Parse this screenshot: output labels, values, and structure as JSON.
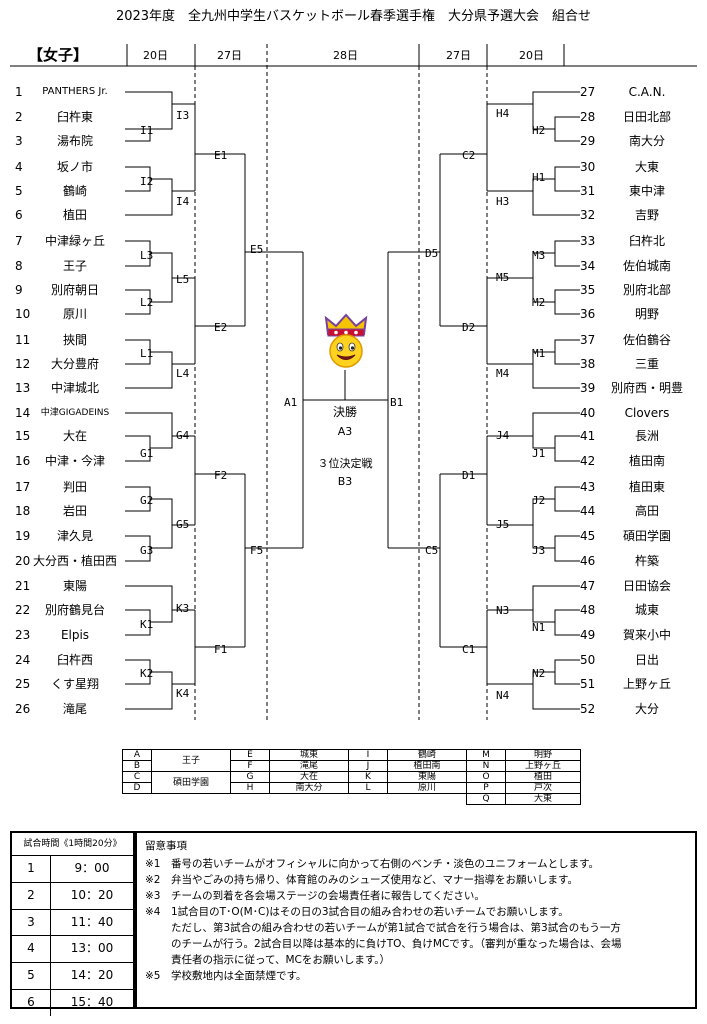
{
  "title": "2023年度　全九州中学生バスケットボール春季選手権　大分県予選大会　組合せ",
  "section_label": "【女子】",
  "day_headers": {
    "l20": "20日",
    "l27": "27日",
    "c28": "28日",
    "r27": "27日",
    "r20": "20日"
  },
  "left_teams": [
    {
      "no": "1",
      "name": "PANTHERS Jr."
    },
    {
      "no": "2",
      "name": "臼杵東"
    },
    {
      "no": "3",
      "name": "湯布院"
    },
    {
      "no": "4",
      "name": "坂ノ市"
    },
    {
      "no": "5",
      "name": "鶴崎"
    },
    {
      "no": "6",
      "name": "植田"
    },
    {
      "no": "7",
      "name": "中津緑ヶ丘"
    },
    {
      "no": "8",
      "name": "王子"
    },
    {
      "no": "9",
      "name": "別府朝日"
    },
    {
      "no": "10",
      "name": "原川"
    },
    {
      "no": "11",
      "name": "挾間"
    },
    {
      "no": "12",
      "name": "大分豊府"
    },
    {
      "no": "13",
      "name": "中津城北"
    },
    {
      "no": "14",
      "name": "中津GIGADEINS"
    },
    {
      "no": "15",
      "name": "大在"
    },
    {
      "no": "16",
      "name": "中津・今津"
    },
    {
      "no": "17",
      "name": "判田"
    },
    {
      "no": "18",
      "name": "岩田"
    },
    {
      "no": "19",
      "name": "津久見"
    },
    {
      "no": "20",
      "name": "大分西・植田西"
    },
    {
      "no": "21",
      "name": "東陽"
    },
    {
      "no": "22",
      "name": "別府鶴見台"
    },
    {
      "no": "23",
      "name": "Elpis"
    },
    {
      "no": "24",
      "name": "臼杵西"
    },
    {
      "no": "25",
      "name": "くす星翔"
    },
    {
      "no": "26",
      "name": "滝尾"
    }
  ],
  "right_teams": [
    {
      "no": "27",
      "name": "C.A.N."
    },
    {
      "no": "28",
      "name": "日田北部"
    },
    {
      "no": "29",
      "name": "南大分"
    },
    {
      "no": "30",
      "name": "大東"
    },
    {
      "no": "31",
      "name": "東中津"
    },
    {
      "no": "32",
      "name": "吉野"
    },
    {
      "no": "33",
      "name": "臼杵北"
    },
    {
      "no": "34",
      "name": "佐伯城南"
    },
    {
      "no": "35",
      "name": "別府北部"
    },
    {
      "no": "36",
      "name": "明野"
    },
    {
      "no": "37",
      "name": "佐伯鶴谷"
    },
    {
      "no": "38",
      "name": "三重"
    },
    {
      "no": "39",
      "name": "別府西・明豊"
    },
    {
      "no": "40",
      "name": "Clovers"
    },
    {
      "no": "41",
      "name": "長洲"
    },
    {
      "no": "42",
      "name": "植田南"
    },
    {
      "no": "43",
      "name": "植田東"
    },
    {
      "no": "44",
      "name": "高田"
    },
    {
      "no": "45",
      "name": "碩田学園"
    },
    {
      "no": "46",
      "name": "杵築"
    },
    {
      "no": "47",
      "name": "日田協会"
    },
    {
      "no": "48",
      "name": "城東"
    },
    {
      "no": "49",
      "name": "賀来小中"
    },
    {
      "no": "50",
      "name": "日出"
    },
    {
      "no": "51",
      "name": "上野ヶ丘"
    },
    {
      "no": "52",
      "name": "大分"
    }
  ],
  "game_labels": {
    "I1": "I1",
    "I2": "I2",
    "I3": "I3",
    "I4": "I4",
    "L1": "L1",
    "L2": "L2",
    "L3": "L3",
    "L4": "L4",
    "L5": "L5",
    "G1": "G1",
    "G2": "G2",
    "G3": "G3",
    "G4": "G4",
    "G5": "G5",
    "K1": "K1",
    "K2": "K2",
    "K3": "K3",
    "K4": "K4",
    "E1": "E1",
    "E2": "E2",
    "E5": "E5",
    "F1": "F1",
    "F2": "F2",
    "F5": "F5",
    "A1": "A1",
    "H1": "H1",
    "H2": "H2",
    "H3": "H3",
    "H4": "H4",
    "M1": "M1",
    "M2": "M2",
    "M3": "M3",
    "M4": "M4",
    "M5": "M5",
    "J1": "J1",
    "J2": "J2",
    "J3": "J3",
    "J4": "J4",
    "J5": "J5",
    "N1": "N1",
    "N2": "N2",
    "N3": "N3",
    "N4": "N4",
    "C1": "C1",
    "C2": "C2",
    "C5": "C5",
    "D1": "D1",
    "D2": "D2",
    "D5": "D5",
    "B1": "B1"
  },
  "center": {
    "final_label": "決勝",
    "final_game": "A3",
    "third_label": "３位決定戦",
    "third_game": "B3"
  },
  "mascot": {
    "icon": "crowned-smiley-icon"
  },
  "venues": [
    [
      "A",
      "王子",
      "E",
      "城東",
      "I",
      "鶴崎",
      "M",
      "明野"
    ],
    [
      "B",
      "",
      "F",
      "滝尾",
      "J",
      "植田南",
      "N",
      "上野ヶ丘"
    ],
    [
      "C",
      "碩田学園",
      "G",
      "大在",
      "K",
      "東陽",
      "O",
      "植田"
    ],
    [
      "D",
      "",
      "H",
      "南大分",
      "L",
      "原川",
      "P",
      "戸次"
    ],
    [
      "",
      "",
      "",
      "",
      "",
      "",
      "Q",
      "大東"
    ]
  ],
  "times": {
    "header": "試合時間《1時間20分》",
    "rows": [
      {
        "no": "1",
        "time": "9：00"
      },
      {
        "no": "2",
        "time": "10：20"
      },
      {
        "no": "3",
        "time": "11：40"
      },
      {
        "no": "4",
        "time": "13：00"
      },
      {
        "no": "5",
        "time": "14：20"
      },
      {
        "no": "6",
        "time": "15：40"
      }
    ]
  },
  "notes": {
    "title": "留意事項",
    "lines": [
      "※1　番号の若いチームがオフィシャルに向かって右側のベンチ・淡色のユニフォームとします。",
      "※2　弁当やごみの持ち帰り、体育館のみのシューズ使用など、マナー指導をお願いします。",
      "※3　チームの到着を各会場ステージの会場責任者に報告してください。",
      "※4　1試合目のT･O(M･C)はその日の3試合目の組み合わせの若いチームでお願いします。",
      "ただし、第3試合の組み合わせの若いチームが第1試合で試合を行う場合は、第3試合のもう一方",
      "のチームが行う。2試合目以降は基本的に負けTO、負けMCです。（審判が重なった場合は、会場",
      "責任者の指示に従って、MCをお願いします。）",
      "※5　学校敷地内は全面禁煙です。"
    ]
  }
}
